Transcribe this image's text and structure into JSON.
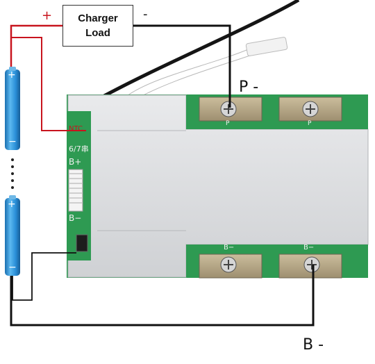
{
  "charger_box": {
    "line1": "Charger",
    "line2": "Load"
  },
  "polarity": {
    "plus": "+",
    "minus": "-"
  },
  "port_labels": {
    "p_minus": "P -",
    "b_minus": "B -"
  },
  "board_silkscreen": {
    "ntc": "NTC",
    "cells": "6/7串",
    "b_plus": "B+",
    "b_minus": "B−",
    "pad_b_minus": "B−",
    "pad_p": "P"
  },
  "battery_marks": {
    "positive": "+",
    "negative": "−"
  },
  "colors": {
    "positive_wire": "#c8141e",
    "negative_wire": "#111111",
    "battery": "#2a8fd8",
    "pcb_green": "#2e9a52",
    "heatsink": "#d9dbdd",
    "pad_metal": "#b9a98a"
  }
}
